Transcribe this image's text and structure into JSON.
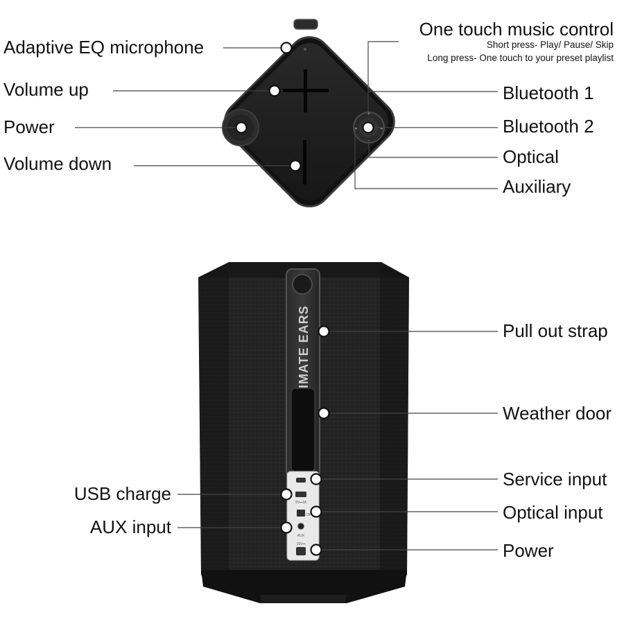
{
  "top_labels": {
    "adaptive_eq_microphone": "Adaptive EQ microphone",
    "volume_up": "Volume up",
    "power": "Power",
    "volume_down": "Volume down",
    "one_touch_music_control": "One touch music control",
    "short_press": "Short press- Play/ Pause/ Skip",
    "long_press": "Long press- One touch to your preset playlist",
    "bluetooth_1": "Bluetooth 1",
    "bluetooth_2": "Bluetooth 2",
    "optical": "Optical",
    "auxiliary": "Auxiliary"
  },
  "bottom_labels": {
    "pull_out_strap": "Pull out strap",
    "weather_door": "Weather door",
    "service_input": "Service input",
    "usb_charge": "USB charge",
    "optical_input": "Optical input",
    "aux_input": "AUX input",
    "power": "Power"
  },
  "device": {
    "strap_text": "IMATE EARS",
    "port_label_usb": "5V⎓1A",
    "port_label_opt": "OPT",
    "port_label_aux": "AUX",
    "port_label_pwr": "15V⎓"
  },
  "colors": {
    "speaker_body": "#1c1c1c",
    "fabric": "#262626",
    "panel": "#e9e9e9",
    "leader_line": "#444444",
    "marker_fill": "#ffffff",
    "marker_stroke": "#111111"
  }
}
